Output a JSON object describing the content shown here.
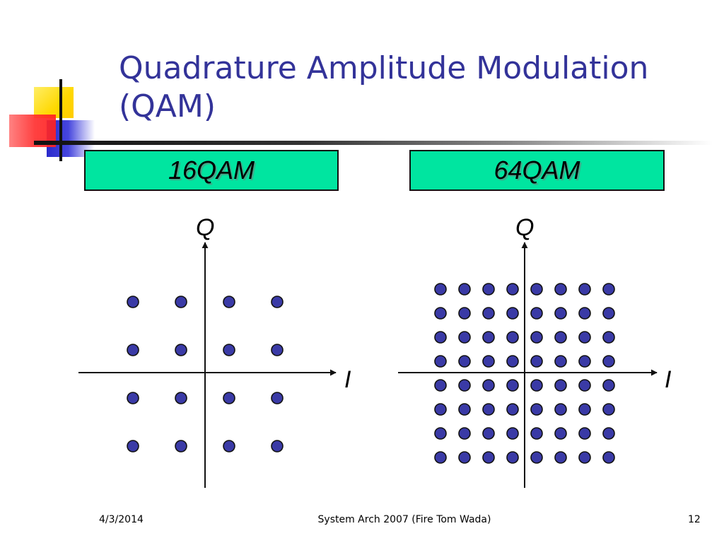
{
  "slide": {
    "title": "Quadrature Amplitude Modulation\n(QAM)",
    "accent_color": "#333399",
    "header_fill": "#00e5a0",
    "dot_color": "#3a3aa6"
  },
  "diagrams": [
    {
      "label": "16QAM",
      "grid": 4,
      "q_label": "Q",
      "i_label": "I"
    },
    {
      "label": "64QAM",
      "grid": 8,
      "q_label": "Q",
      "i_label": "I"
    }
  ],
  "footer": {
    "date": "4/3/2014",
    "center": "System Arch 2007  (Fire Tom Wada)",
    "page": "12"
  }
}
